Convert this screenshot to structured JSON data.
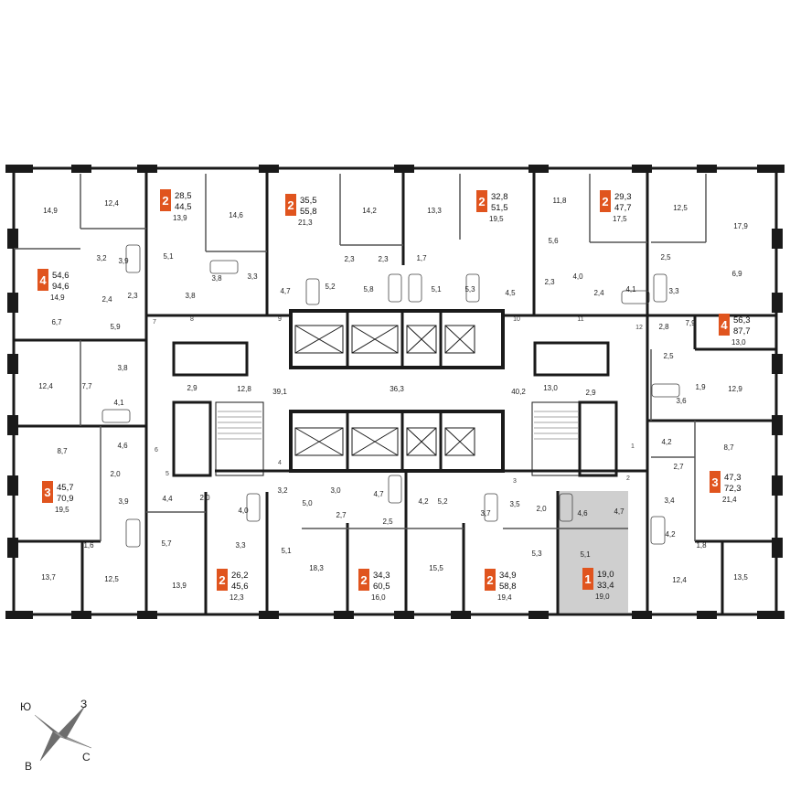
{
  "colors": {
    "wall": "#1a1a1a",
    "badge": "#e0541e",
    "highlight": "#cfcfcf",
    "thin": "#555555"
  },
  "units": [
    {
      "rooms": "2",
      "a": "28,5",
      "b": "44,5",
      "c": "13,9"
    },
    {
      "rooms": "2",
      "a": "35,5",
      "b": "55,8",
      "c": "21,3"
    },
    {
      "rooms": "2",
      "a": "32,8",
      "b": "51,5",
      "c": "19,5"
    },
    {
      "rooms": "2",
      "a": "29,3",
      "b": "47,7",
      "c": "17,5"
    },
    {
      "rooms": "4",
      "a": "54,6",
      "b": "94,6",
      "c": "14,9"
    },
    {
      "rooms": "4",
      "a": "56,3",
      "b": "87,7",
      "c": "13,0"
    },
    {
      "rooms": "3",
      "a": "45,7",
      "b": "70,9",
      "c": "19,5"
    },
    {
      "rooms": "3",
      "a": "47,3",
      "b": "72,3",
      "c": "21,4"
    },
    {
      "rooms": "2",
      "a": "26,2",
      "b": "45,6",
      "c": "12,3"
    },
    {
      "rooms": "2",
      "a": "34,3",
      "b": "60,5",
      "c": "16,0"
    },
    {
      "rooms": "2",
      "a": "34,9",
      "b": "58,8",
      "c": "19,4"
    },
    {
      "rooms": "1",
      "a": "19,0",
      "b": "33,4",
      "c": "19,0"
    }
  ],
  "room_labels": [
    "14,9",
    "12,4",
    "14,6",
    "14,2",
    "13,3",
    "11,8",
    "12,5",
    "17,9",
    "3,2",
    "3,9",
    "5,1",
    "3,8",
    "3,3",
    "4,7",
    "2,3",
    "2,3",
    "1,7",
    "5,6",
    "4,0",
    "2,5",
    "6,9",
    "2,4",
    "2,3",
    "3,8",
    "5,2",
    "5,8",
    "5,1",
    "5,3",
    "4,5",
    "2,3",
    "2,4",
    "4,1",
    "3,3",
    "6,7",
    "5,9",
    "3,8",
    "12,4",
    "7,7",
    "4,1",
    "2,9",
    "12,8",
    "39,1",
    "36,3",
    "40,2",
    "13,0",
    "2,9",
    "3,6",
    "1,9",
    "12,9",
    "8,7",
    "4,6",
    "2,0",
    "3,9",
    "4,4",
    "2,0",
    "4,0",
    "3,2",
    "5,0",
    "3,0",
    "4,7",
    "4,2",
    "5,2",
    "3,7",
    "3,5",
    "2,0",
    "4,6",
    "4,7",
    "4,2",
    "2,7",
    "3,4",
    "4,2",
    "2,7",
    "2,5",
    "8,7",
    "1,6",
    "5,7",
    "3,3",
    "5,1",
    "5,3",
    "5,1",
    "1,8",
    "13,7",
    "12,5",
    "13,9",
    "18,3",
    "15,5",
    "12,4",
    "13,5",
    "7,9",
    "2,8",
    "2,5"
  ],
  "door_numbers": [
    "1",
    "2",
    "3",
    "4",
    "5",
    "6",
    "7",
    "8",
    "9",
    "10",
    "11",
    "12"
  ],
  "compass": {
    "n": "З",
    "w": "Ю",
    "s": "В",
    "e": "С"
  }
}
